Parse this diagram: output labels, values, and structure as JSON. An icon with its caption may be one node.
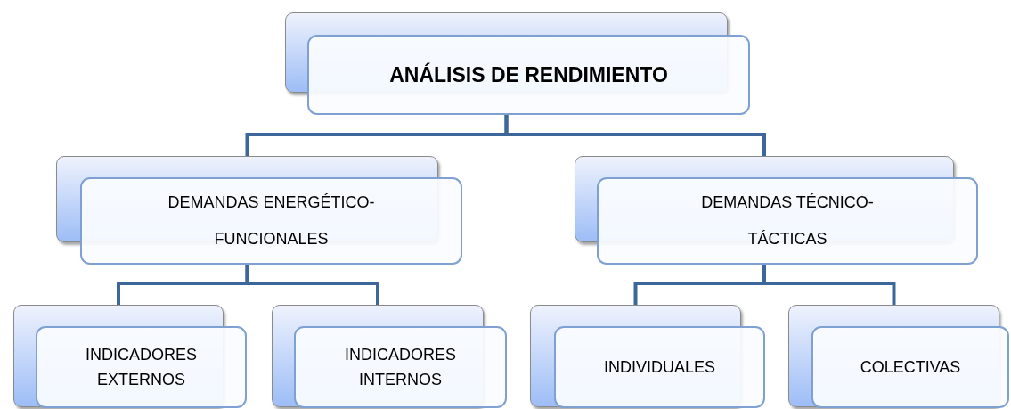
{
  "diagram": {
    "nodes": [
      {
        "text": [
          "ANÁLISIS DE RENDIMIENTO"
        ]
      },
      {
        "text": [
          "DEMANDAS ENERGÉTICO-FUNCIONALES"
        ]
      },
      {
        "text": [
          "DEMANDAS TÉCNICO-TÁCTICAS"
        ]
      },
      {
        "text": [
          "INDICADORES EXTERNOS"
        ]
      },
      {
        "text": [
          "INDICADORES INTERNOS"
        ]
      },
      {
        "text": [
          "INDIVIDUALES"
        ]
      },
      {
        "text": [
          "COLECTIVAS"
        ]
      }
    ],
    "edges": [
      {
        "from": 0,
        "to": 1,
        "arrow": "none"
      },
      {
        "from": 0,
        "to": 2,
        "arrow": "none"
      },
      {
        "from": 1,
        "to": 3,
        "arrow": "none"
      },
      {
        "from": 1,
        "to": 4,
        "arrow": "none"
      },
      {
        "from": 2,
        "to": 5,
        "arrow": "none"
      },
      {
        "from": 2,
        "to": 6,
        "arrow": "none"
      }
    ]
  }
}
